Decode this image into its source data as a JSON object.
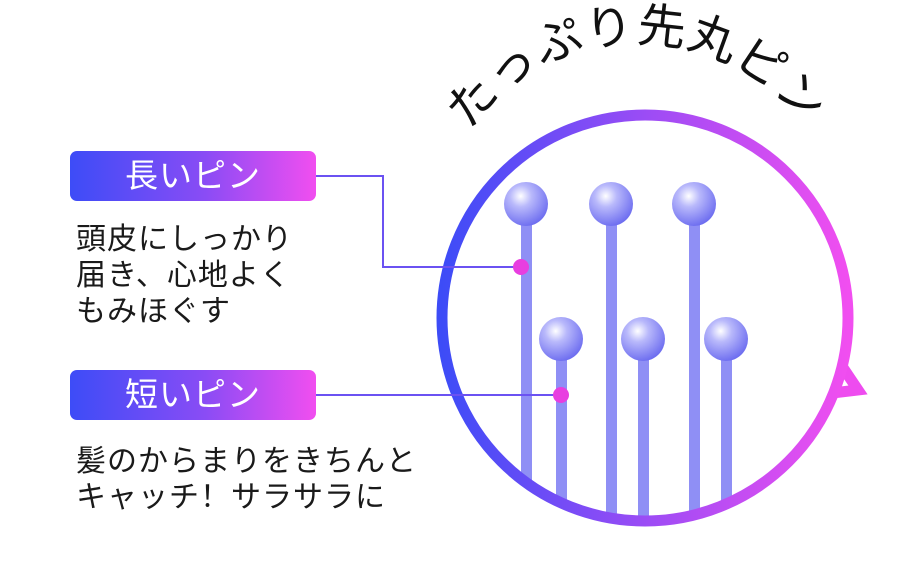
{
  "title": "たっぷり先丸ピン",
  "long_pin": {
    "label": "長いピン",
    "description": [
      "頭皮にしっかり",
      "届き、心地よく",
      "もみほぐす"
    ]
  },
  "short_pin": {
    "label": "短いピン",
    "description": [
      "髪のからまりをきちんと",
      "キャッチ！サラサラに"
    ]
  },
  "colors": {
    "gradient_start": "#3d4cf7",
    "gradient_end": "#f14ef0",
    "pin": "#8f8ff5",
    "pointer": "#e83ee0"
  }
}
